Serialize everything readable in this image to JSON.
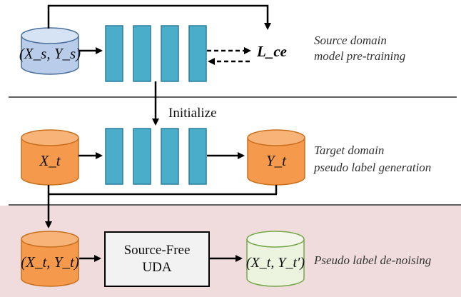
{
  "sections": {
    "source": {
      "input_label": "(X_s, Y_s)",
      "loss_label": "L_ce",
      "caption_line1": "Source domain",
      "caption_line2": "model pre-training"
    },
    "initialize_label": "Initialize",
    "target": {
      "input_label": "X_t",
      "output_label": "Y_t",
      "caption_line1": "Target domain",
      "caption_line2": "pseudo label generation"
    },
    "denoise": {
      "input_label": "(X_t, Y_t)",
      "box_line1": "Source-Free",
      "box_line2": "UDA",
      "output_label": "(X_t, Y_t′)",
      "caption": "Pseudo label de-noising"
    }
  },
  "colors": {
    "blue_db": "#b9cdeb",
    "blue_db_stroke": "#4a6e9a",
    "teal_layer": "#4aaecb",
    "teal_stroke": "#2a7f9a",
    "orange_db": "#f59a4c",
    "orange_stroke": "#c8701e",
    "green_db": "#ecf3df",
    "green_stroke": "#77a64a",
    "pink_band": "#f0dcdc",
    "box_fill": "#f2f2f2"
  }
}
